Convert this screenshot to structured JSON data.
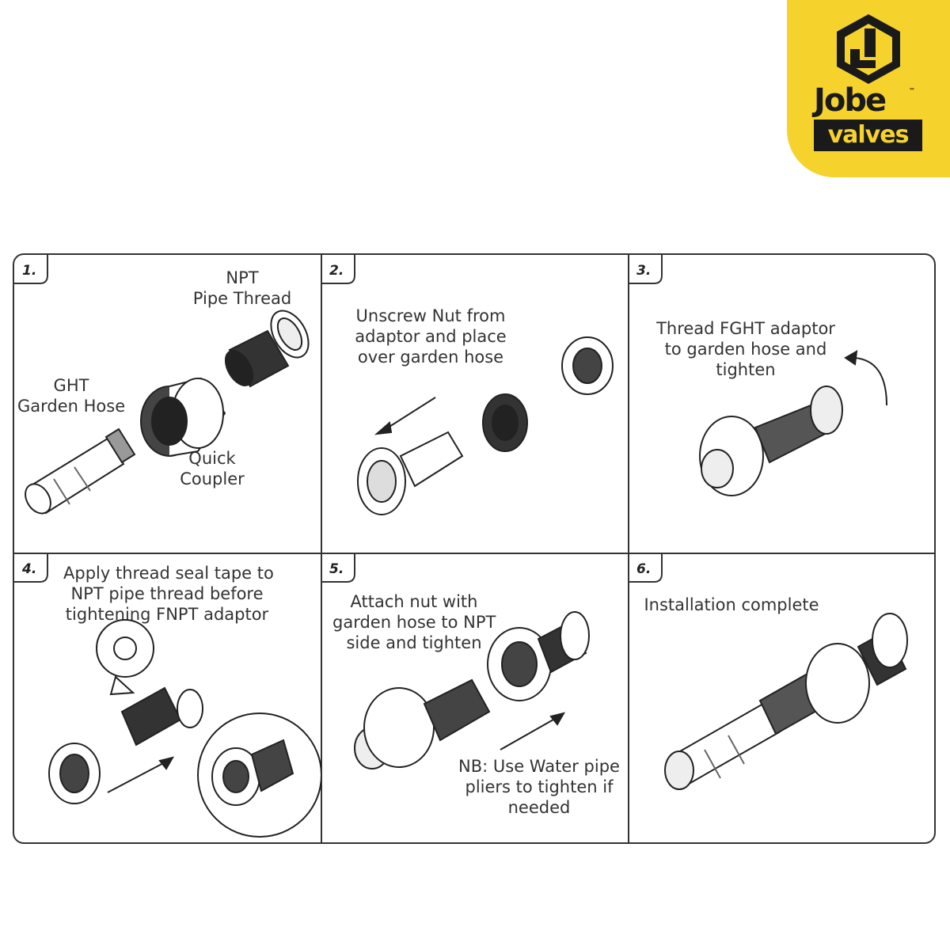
{
  "brand": {
    "name": "Jobe",
    "tm": "™",
    "sub": "valves",
    "colors": {
      "yellow": "#f6d22c",
      "dark": "#1a1a1a"
    }
  },
  "steps": [
    {
      "number": "1.",
      "labels": {
        "npt": "NPT\nPipe Thread",
        "ght": "GHT\nGarden Hose",
        "coupler": "Quick\nCoupler"
      }
    },
    {
      "number": "2.",
      "text": "Unscrew Nut from\nadaptor and place\nover garden hose"
    },
    {
      "number": "3.",
      "text": "Thread FGHT adaptor\nto garden hose and\ntighten"
    },
    {
      "number": "4.",
      "text": "Apply thread seal tape to\nNPT pipe thread before\ntightening FNPT adaptor"
    },
    {
      "number": "5.",
      "text": "Attach nut with\ngarden hose to NPT\nside and tighten",
      "note": "NB: Use Water pipe\npliers to tighten if\nneeded"
    },
    {
      "number": "6.",
      "text": "Installation complete"
    }
  ]
}
